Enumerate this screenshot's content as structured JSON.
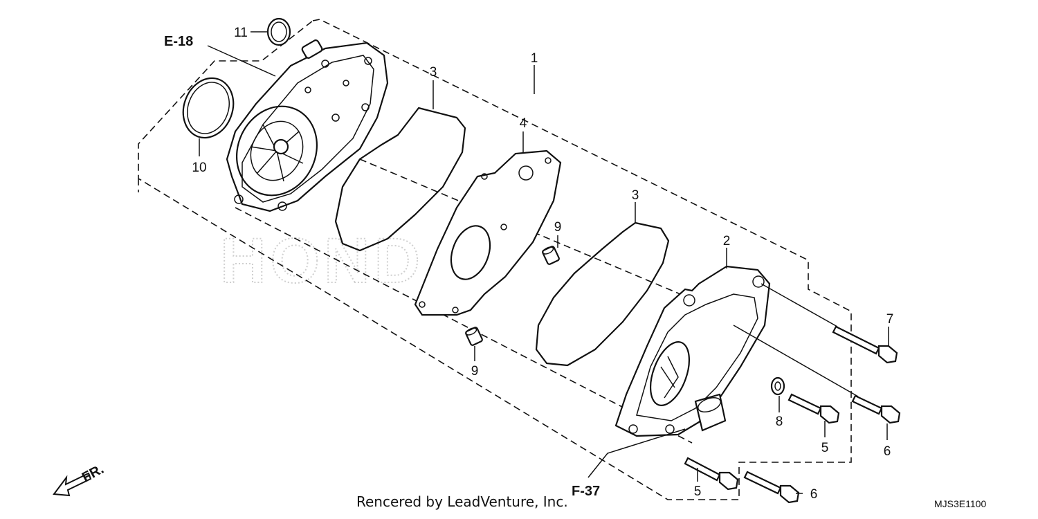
{
  "diagram": {
    "watermark": "HONDA",
    "credit": "Rencered by LeadVenture, Inc.",
    "code": "MJS3E1100",
    "front_arrow": "FR.",
    "refs": [
      {
        "id": "e18",
        "label": "E-18"
      },
      {
        "id": "f37",
        "label": "F-37"
      }
    ],
    "callouts": [
      {
        "id": "c1",
        "label": "1"
      },
      {
        "id": "c2",
        "label": "2"
      },
      {
        "id": "c3a",
        "label": "3"
      },
      {
        "id": "c3b",
        "label": "3"
      },
      {
        "id": "c4",
        "label": "4"
      },
      {
        "id": "c5a",
        "label": "5"
      },
      {
        "id": "c5b",
        "label": "5"
      },
      {
        "id": "c6a",
        "label": "6"
      },
      {
        "id": "c6b",
        "label": "6"
      },
      {
        "id": "c7",
        "label": "7"
      },
      {
        "id": "c8",
        "label": "8"
      },
      {
        "id": "c9a",
        "label": "9"
      },
      {
        "id": "c9b",
        "label": "9"
      },
      {
        "id": "c10",
        "label": "10"
      },
      {
        "id": "c11",
        "label": "11"
      }
    ]
  }
}
